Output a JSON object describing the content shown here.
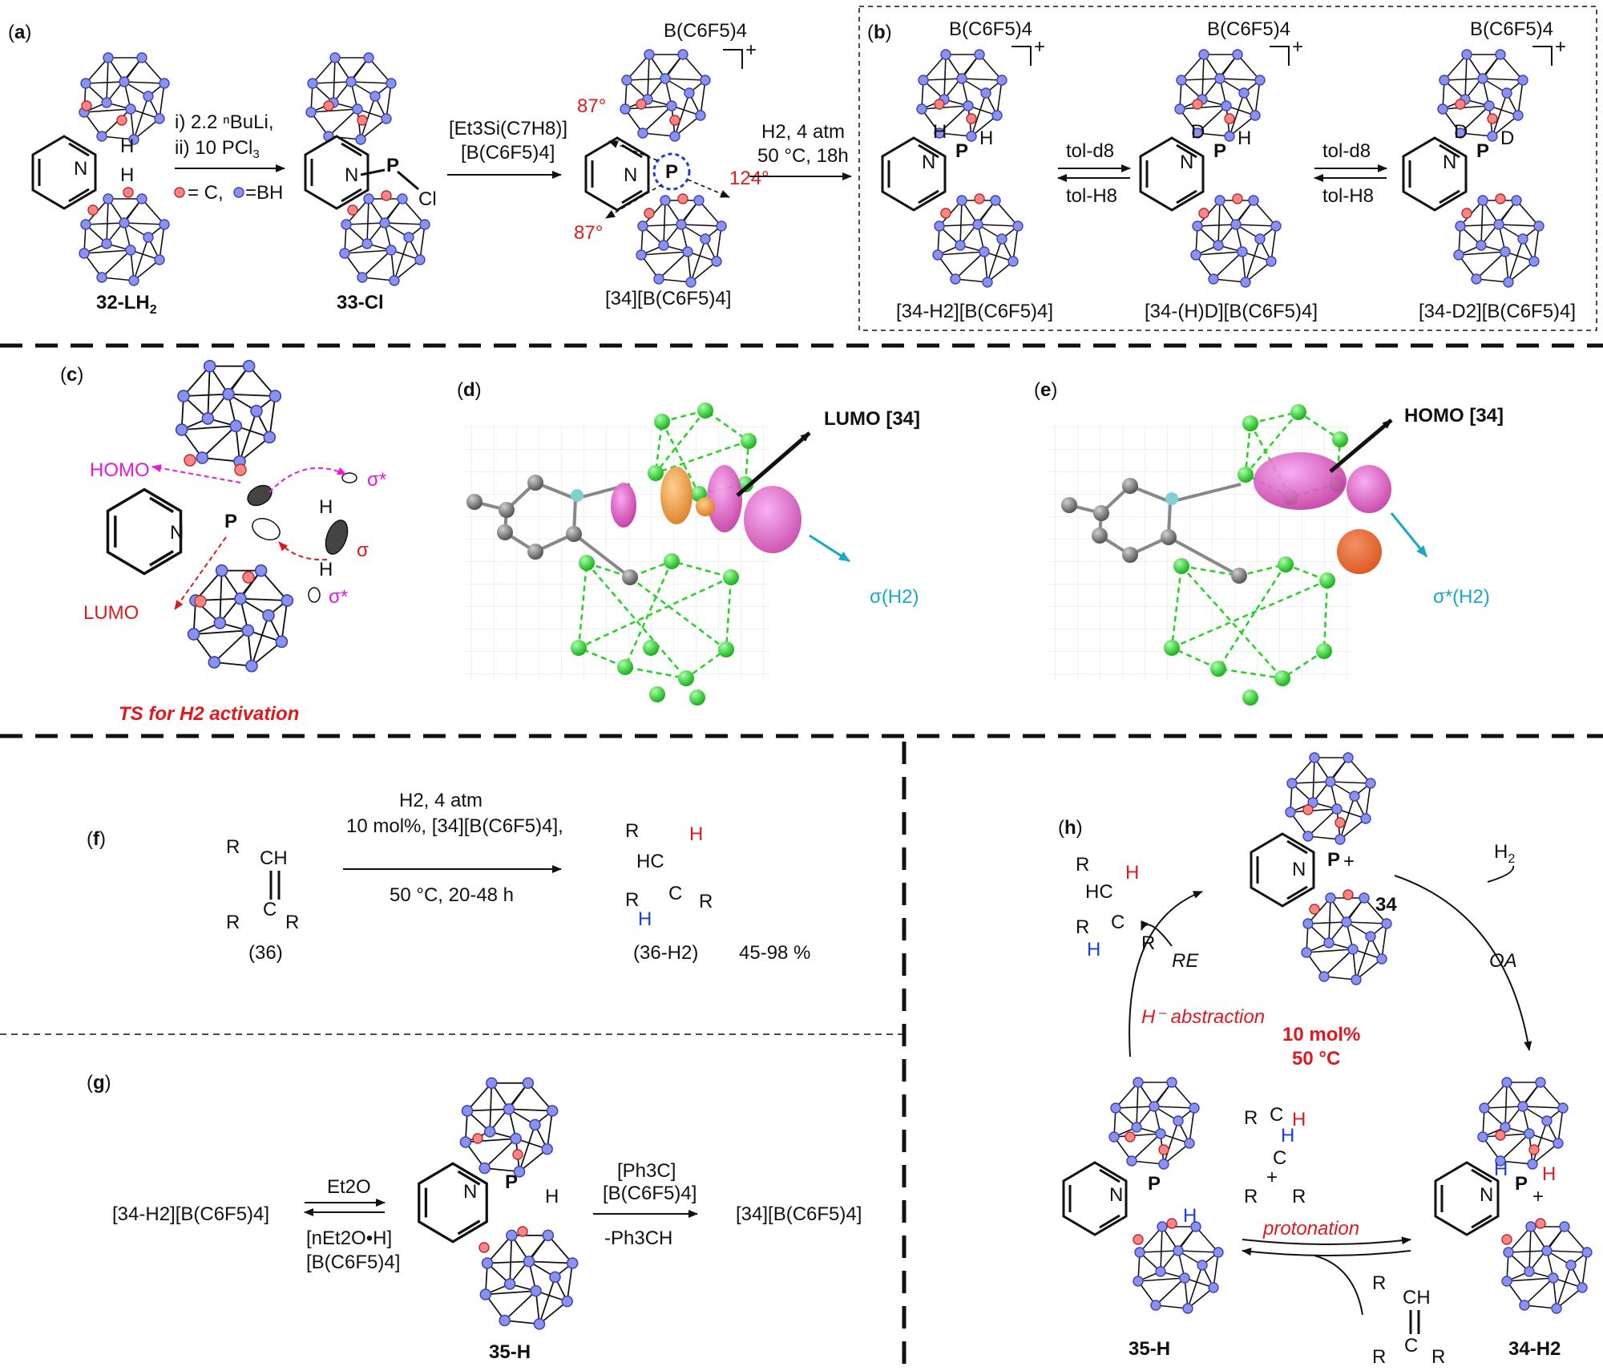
{
  "labels": {
    "a": "a",
    "b": "b",
    "c": "c",
    "d": "d",
    "e": "e",
    "f": "f",
    "g": "g",
    "h": "h"
  },
  "panel_a": {
    "cmpd1": "32-LH",
    "cmpd1_sub": "2",
    "cmpd2": "33-Cl",
    "cmpd3": "[34][B(C6F5)4]",
    "step1_line1": "i) 2.2 ⁿBuLi,",
    "step1_line2": "ii) 10 PCl",
    "step1_line2_sub": "3",
    "legend_c": "= C,",
    "legend_bh": "=BH",
    "step2_line1": "[Et3Si(C7H8)]",
    "step2_line2": "[B(C6F5)4]",
    "step3_line1": "H2, 4 atm",
    "step3_line2": "50 °C, 18h",
    "angle_top": "87°",
    "angle_bottom": "87°",
    "angle_right": "124°",
    "anion": "B(C6F5)4",
    "atom_H": "H",
    "atom_N": "N",
    "atom_P": "P",
    "atom_Cl": "Cl"
  },
  "panel_b": {
    "cmpd1": "[34-H2][B(C6F5)4]",
    "cmpd2": "[34-(H)D][B(C6F5)4]",
    "cmpd3": "[34-D2][B(C6F5)4]",
    "fwd": "tol-d8",
    "rev": "tol-H8",
    "atom_D": "D"
  },
  "panel_c": {
    "homo": "HOMO",
    "lumo": "LUMO",
    "sigma": "σ",
    "sigma_star": "σ*",
    "caption": "TS for H2 activation"
  },
  "panel_d": {
    "title": "LUMO [34]",
    "tag": "σ(H2)"
  },
  "panel_e": {
    "title": "HOMO [34]",
    "tag": "σ*(H2)"
  },
  "panel_f": {
    "reactant": "(36)",
    "product": "(36-H2)",
    "yield": "45-98 %",
    "cond1": "H2, 4 atm",
    "cond2": "10 mol%, [34][B(C6F5)4],",
    "cond3": "50 °C, 20-48 h"
  },
  "panel_g": {
    "start": "[34-H2][B(C6F5)4]",
    "mid": "35-H",
    "end": "[34][B(C6F5)4]",
    "fwd1": "Et2O",
    "rev1a": "[nEt2O•H]",
    "rev1b": "[B(C6F5)4]",
    "fwd2a": "[Ph3C]",
    "fwd2b": "[B(C6F5)4]",
    "fwd2c": "-Ph3CH"
  },
  "panel_h": {
    "cat": "34",
    "cat_load": "10 mol%",
    "temp": "50 °C",
    "oa": "OA",
    "re": "RE",
    "h2": "H2",
    "abstraction": "H⁻ abstraction",
    "protonation": "protonation",
    "left": "35-H",
    "right": "34-H2"
  },
  "colors": {
    "red": "#e0191f",
    "magenta": "#e61ad7",
    "cyan": "#17a9c6",
    "blue": "#1b3fd6",
    "green_atom": "#22d322",
    "boron": "#8a92ee",
    "carbon_cage": "#ff8585"
  }
}
